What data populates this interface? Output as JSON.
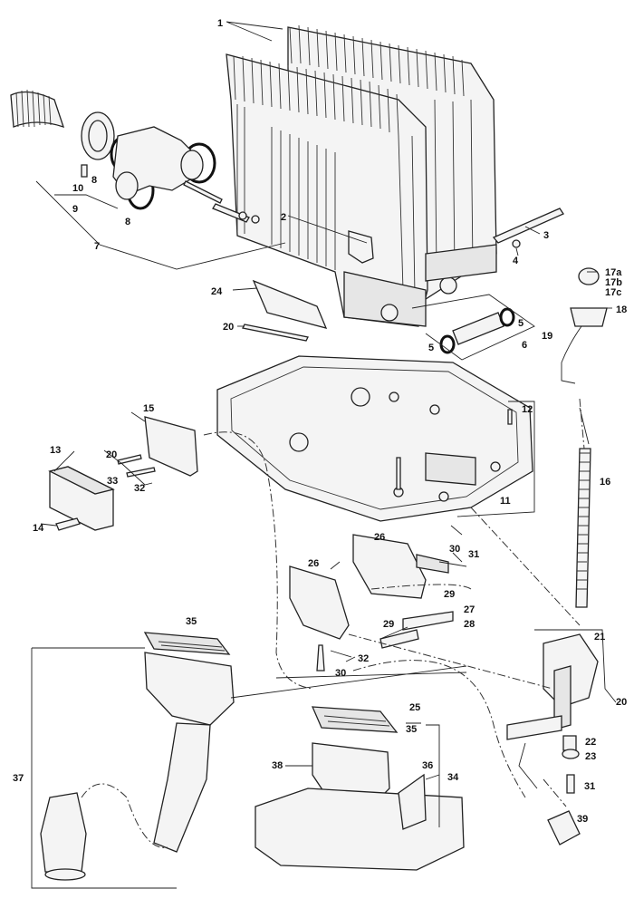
{
  "callouts": {
    "c1": "1",
    "c2": "2",
    "c3": "3",
    "c4": "4",
    "c5a": "5",
    "c5b": "5",
    "c6": "6",
    "c7": "7",
    "c8a": "8",
    "c8b": "8",
    "c9": "9",
    "c10": "10",
    "c11": "11",
    "c12": "12",
    "c13": "13",
    "c14": "14",
    "c15": "15",
    "c16": "16",
    "c17a": "17a",
    "c17b": "17b",
    "c17c": "17c",
    "c18": "18",
    "c19": "19",
    "c20a": "20",
    "c20b": "20",
    "c20c": "20",
    "c21": "21",
    "c22": "22",
    "c23": "23",
    "c24": "24",
    "c25": "25",
    "c26a": "26",
    "c26b": "26",
    "c27": "27",
    "c28": "28",
    "c29a": "29",
    "c29b": "29",
    "c30a": "30",
    "c30b": "30",
    "c31a": "31",
    "c31b": "31",
    "c32a": "32",
    "c32b": "32",
    "c33": "33",
    "c34": "34",
    "c35a": "35",
    "c35b": "35",
    "c36": "36",
    "c37": "37",
    "c38": "38",
    "c39": "39"
  }
}
